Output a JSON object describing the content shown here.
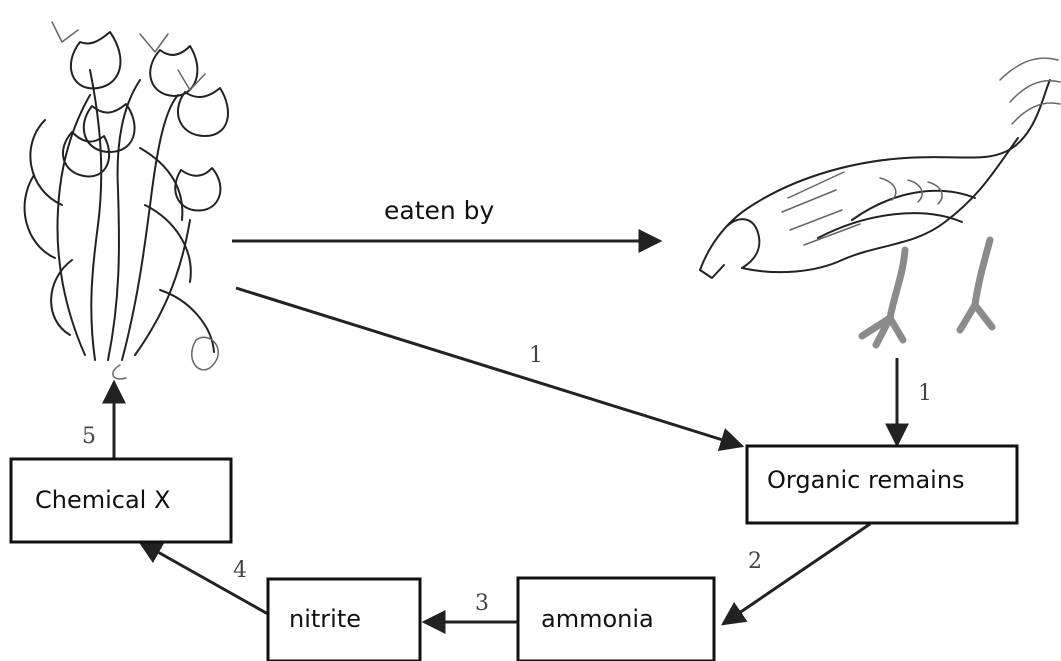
{
  "diagram": {
    "labels": {
      "eaten_by": "eaten by",
      "plant_to_remains_step": "1",
      "bird_to_remains_step": "1",
      "remains_to_ammonia_step": "2",
      "ammonia_to_nitrite_step": "3",
      "nitrite_to_chemical_step": "4",
      "chemical_to_plant_step": "5"
    },
    "boxes": {
      "chemical_x": "Chemical X",
      "organic_remains": "Organic remains",
      "nitrite": "nitrite",
      "ammonia": "ammonia"
    },
    "images": {
      "plant": "flowering-plant-illustration",
      "bird": "chicken-illustration"
    }
  }
}
